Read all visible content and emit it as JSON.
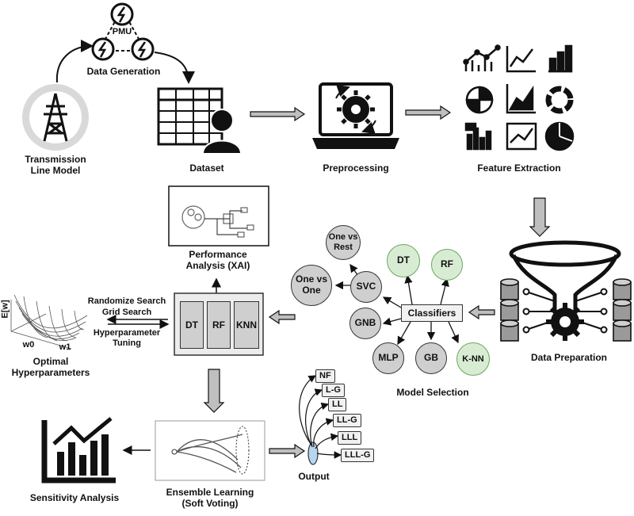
{
  "stages": {
    "transmission": "Transmission\nLine Model",
    "data_generation": "Data Generation",
    "pmu": "PMU",
    "dataset": "Dataset",
    "preprocessing": "Preprocessing",
    "feature_extraction": "Feature Extraction",
    "data_preparation": "Data Preparation",
    "model_selection": "Model Selection",
    "performance": "Performance\nAnalysis (XAI)",
    "optimal_hyper": "Optimal\nHyperparameters",
    "ensemble": "Ensemble Learning\n(Soft Voting)",
    "output": "Output",
    "sensitivity": "Sensitivity Analysis"
  },
  "classifiers": {
    "center": "Classifiers",
    "nodes": [
      "One vs\nRest",
      "One vs\nOne",
      "SVC",
      "DT",
      "RF",
      "GNB",
      "MLP",
      "GB",
      "K-NN"
    ]
  },
  "tuning": {
    "randomize": "Randomize Search",
    "grid": "Grid Search",
    "hyper": "Hyperparameter\nTuning"
  },
  "models": [
    "DT",
    "RF",
    "KNN"
  ],
  "loss_plot": {
    "ylabel": "E[w]",
    "w0": "w0",
    "w1": "w1"
  },
  "fault_types": [
    "NF",
    "L-G",
    "LL",
    "LL-G",
    "LLL",
    "LLL-G"
  ]
}
